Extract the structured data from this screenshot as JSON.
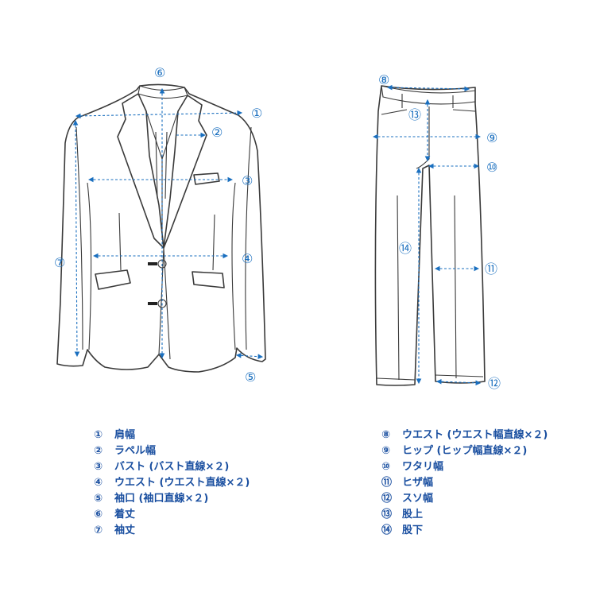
{
  "markers": {
    "m1": "①",
    "m2": "②",
    "m3": "③",
    "m4": "④",
    "m5": "⑤",
    "m6": "⑥",
    "m7": "⑦",
    "m8": "⑧",
    "m9": "⑨",
    "m10": "⑩",
    "m11": "⑪",
    "m12": "⑫",
    "m13": "⑬",
    "m14": "⑭"
  },
  "legend_left": [
    {
      "marker": "①",
      "label": "肩幅"
    },
    {
      "marker": "②",
      "label": "ラペル幅"
    },
    {
      "marker": "③",
      "label": "バスト (バスト直線×２)"
    },
    {
      "marker": "④",
      "label": "ウエスト (ウエスト直線×２)"
    },
    {
      "marker": "⑤",
      "label": "袖口 (袖口直線×２)"
    },
    {
      "marker": "⑥",
      "label": "着丈"
    },
    {
      "marker": "⑦",
      "label": "袖丈"
    }
  ],
  "legend_right": [
    {
      "marker": "⑧",
      "label": "ウエスト (ウエスト幅直線×２)"
    },
    {
      "marker": "⑨",
      "label": "ヒップ (ヒップ幅直線×２)"
    },
    {
      "marker": "⑩",
      "label": "ワタリ幅"
    },
    {
      "marker": "⑪",
      "label": "ヒザ幅"
    },
    {
      "marker": "⑫",
      "label": "スソ幅"
    },
    {
      "marker": "⑬",
      "label": "股上"
    },
    {
      "marker": "⑭",
      "label": "股下"
    }
  ],
  "colors": {
    "measure": "#1a6fbf",
    "outline": "#3a3a3a",
    "legend": "#1a4fa0"
  }
}
